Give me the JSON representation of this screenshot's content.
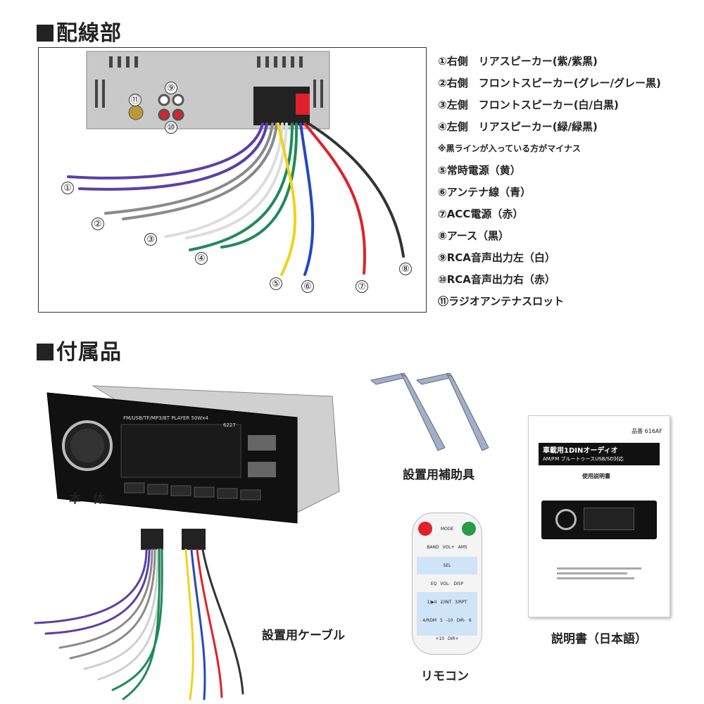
{
  "section1": {
    "title": "配線部"
  },
  "section2": {
    "title": "付属品"
  },
  "legend": [
    "①右側　リアスピーカー(紫/紫黒)",
    "②右側　フロントスピーカー(グレー/グレー黒)",
    "③左側　フロントスピーカー(白/白黒)",
    "④左側　リアスピーカー(緑/緑黒)",
    "※黒ラインが入っている方がマイナス",
    "⑤常時電源（黄）",
    "⑥アンテナ線（青）",
    "⑦ACC電源（赤）",
    "⑧アース（黒）",
    "⑨RCA音声出力左（白）",
    "⑩RCA音声出力右（赤）",
    "⑪ラジオアンテナスロット"
  ],
  "wire_labels": [
    "①",
    "②",
    "③",
    "④",
    "⑤",
    "⑥",
    "⑦",
    "⑧",
    "⑨",
    "⑩",
    "⑪"
  ],
  "captions": {
    "body": "本　体",
    "bracket": "設置用補助具",
    "cable": "設置用ケーブル",
    "remote": "リモコン",
    "manual": "説明書（日本語）"
  },
  "unit_screen": {
    "model_text": "FM/USB/TF/MP3/BT PLAYER  50Wx4",
    "code": "6227"
  },
  "remote_buttons": [
    "MODE",
    "BAND",
    "VOL+",
    "AMS",
    "SEL",
    "EQ",
    "VOL-",
    "DISP",
    "1/▶II",
    "2/INT",
    "3/RPT",
    "4/RDM",
    "5 -10 DIR-",
    "6 +10 DIR+"
  ],
  "manual": {
    "model": "品番 616AF",
    "title": "車載用1DINオーディオ",
    "subtitle": "AM/FM ブルートゥースUSB/SD対応",
    "doc": "使用説明書"
  },
  "colors": {
    "purple": "#5b3fa8",
    "gray": "#8a8a8a",
    "white": "#f2f2f2",
    "green": "#1f8a5a",
    "yellow": "#f2d21b",
    "blue": "#2347c4",
    "red": "#e0202a",
    "black": "#333333"
  }
}
